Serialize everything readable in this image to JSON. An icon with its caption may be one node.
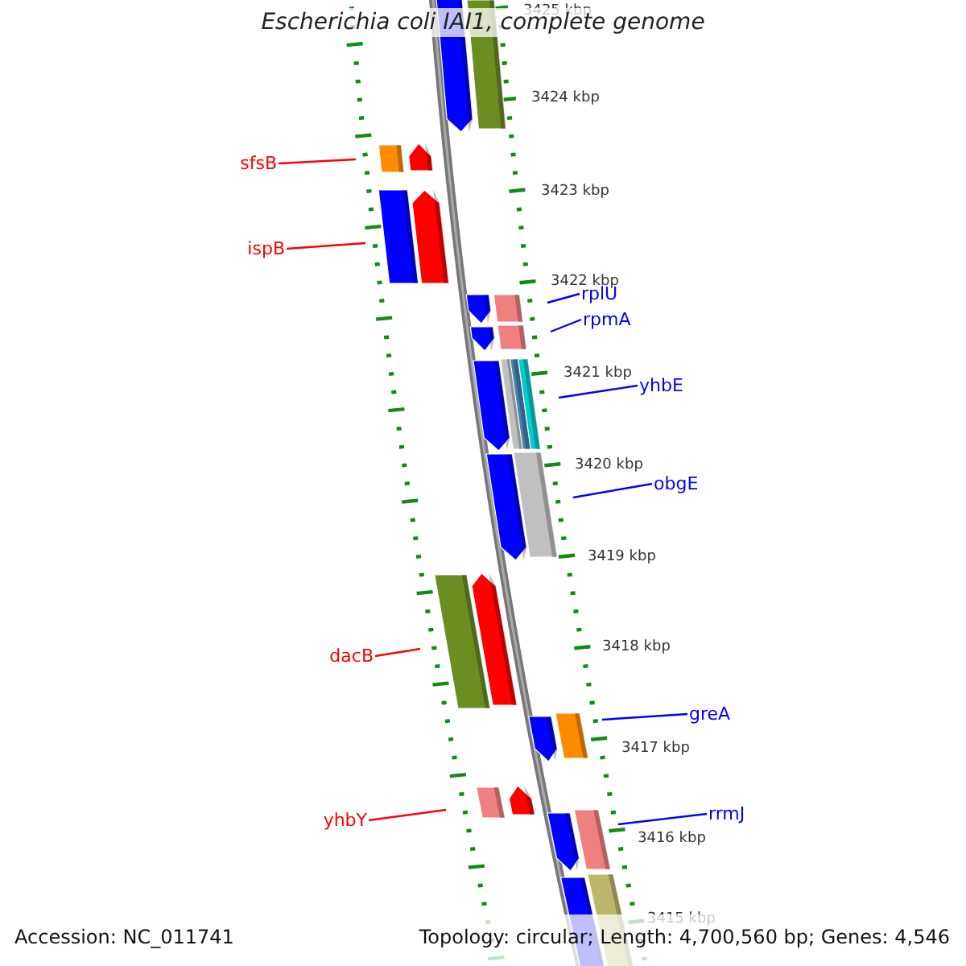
{
  "diagram": {
    "title": "Escherichia coli IAI1, complete genome",
    "nodes": [
      {
        "text": [
          "sfsB"
        ]
      },
      {
        "text": [
          "ispB"
        ]
      },
      {
        "text": [
          "rplU"
        ]
      },
      {
        "text": [
          "rpmA"
        ]
      },
      {
        "text": [
          "yhbE"
        ]
      },
      {
        "text": [
          "obgE"
        ]
      },
      {
        "text": [
          "dacB"
        ]
      },
      {
        "text": [
          "greA"
        ]
      },
      {
        "text": [
          "yhbY"
        ]
      },
      {
        "text": [
          "rrmJ"
        ]
      }
    ],
    "edges": [
      {
        "from": 0,
        "to": null,
        "arrow": "none",
        "color": "#ff0000"
      },
      {
        "from": 1,
        "to": null,
        "arrow": "none",
        "color": "#ff0000"
      },
      {
        "from": 2,
        "to": null,
        "arrow": "none",
        "color": "#0000ff"
      },
      {
        "from": 3,
        "to": null,
        "arrow": "none",
        "color": "#0000ff"
      },
      {
        "from": 4,
        "to": null,
        "arrow": "none",
        "color": "#0000ff"
      },
      {
        "from": 5,
        "to": null,
        "arrow": "none",
        "color": "#0000ff"
      },
      {
        "from": 6,
        "to": null,
        "arrow": "none",
        "color": "#ff0000"
      },
      {
        "from": 7,
        "to": null,
        "arrow": "none",
        "color": "#0000ff"
      },
      {
        "from": 8,
        "to": null,
        "arrow": "none",
        "color": "#ff0000"
      },
      {
        "from": 9,
        "to": null,
        "arrow": "none",
        "color": "#0000ff"
      }
    ],
    "labels": [
      "3425 kbp",
      "3424 kbp",
      "3423 kbp",
      "3422 kbp",
      "3421 kbp",
      "3420 kbp",
      "3419 kbp",
      "3418 kbp",
      "3417 kbp",
      "3416 kbp",
      "3415 kbp",
      "Accession: NC_011741",
      "Topology: circular; Length: 4,700,560 bp; Genes: 4,546"
    ]
  }
}
